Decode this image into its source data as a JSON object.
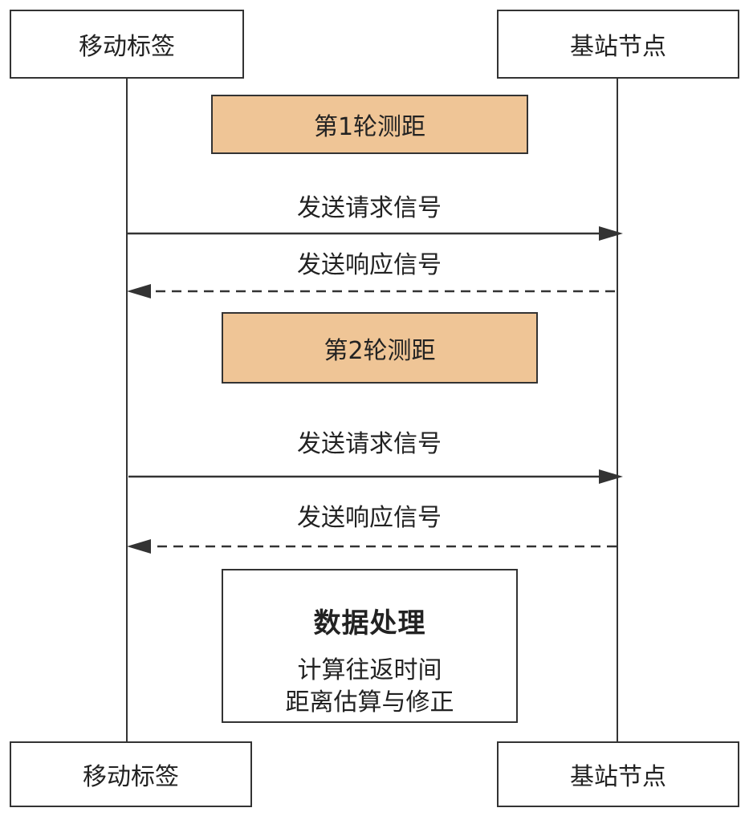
{
  "participants": {
    "left": "移动标签",
    "right": "基站节点"
  },
  "rounds": [
    {
      "label": "第1轮测距",
      "request": "发送请求信号",
      "response": "发送响应信号"
    },
    {
      "label": "第2轮测距",
      "request": "发送请求信号",
      "response": "发送响应信号"
    }
  ],
  "processing": {
    "title": "数据处理",
    "lines": [
      "计算往返时间",
      "距离估算与修正"
    ]
  },
  "colors": {
    "round_fill": "#efc596",
    "line": "#333333"
  }
}
